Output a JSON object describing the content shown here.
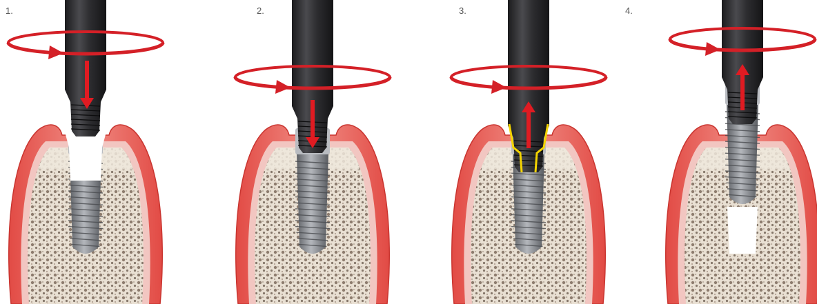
{
  "steps": [
    {
      "label": "1.",
      "rotation": true,
      "arrow": "down",
      "implant_state": "drilling",
      "highlight_outline": false
    },
    {
      "label": "2.",
      "rotation": true,
      "arrow": "down",
      "implant_state": "engaged",
      "highlight_outline": false
    },
    {
      "label": "3.",
      "rotation": true,
      "arrow": "up",
      "implant_state": "engaged",
      "highlight_outline": true
    },
    {
      "label": "4.",
      "rotation": true,
      "arrow": "up",
      "implant_state": "removed",
      "highlight_outline": false
    }
  ],
  "colors": {
    "gum": "#d9433f",
    "gum_light": "#f2c6c1",
    "bone": "#e7ddd0",
    "bone_pores": "#6e5b4c",
    "implant": "#8b8e94",
    "tool": "#2f2f31",
    "arrow": "#e01b22",
    "rotation": "#d42027",
    "highlight": "#f4d400",
    "cavity": "#ffffff"
  }
}
